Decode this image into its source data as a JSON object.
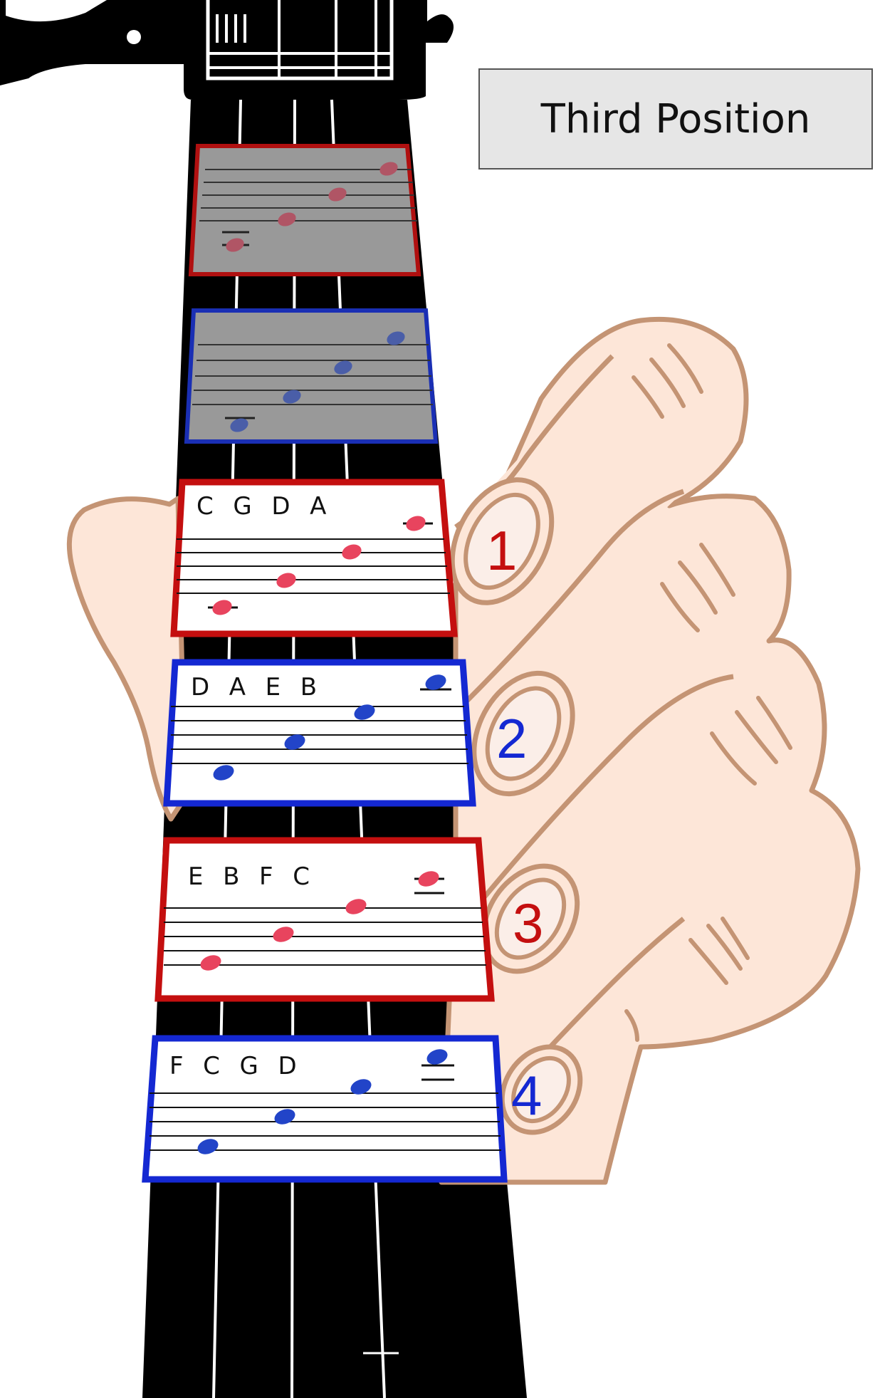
{
  "title": "Third Position",
  "colors": {
    "red": "#c40f0f",
    "blue": "#1428d2",
    "red_note": "#e8445e",
    "blue_note": "#2244c8",
    "muted_red_note": "#b05565",
    "muted_blue_note": "#4a5ea8",
    "skin": "#fde6d8",
    "skin_outline": "#c49474",
    "fingerboard": "#000000",
    "muted_panel": "#999999"
  },
  "diagram": {
    "instrument": "viola fingerboard",
    "muted_panels": [
      {
        "id": "muted-panel-1",
        "color": "red"
      },
      {
        "id": "muted-panel-2",
        "color": "blue"
      }
    ],
    "finger_panels": [
      {
        "finger": "1",
        "notes": "C  G  D  A",
        "color": "red"
      },
      {
        "finger": "2",
        "notes": "D  A  E  B",
        "color": "blue"
      },
      {
        "finger": "3",
        "notes": "E  B  F  C",
        "color": "red"
      },
      {
        "finger": "4",
        "notes": "F  C  G  D",
        "color": "blue"
      }
    ]
  }
}
